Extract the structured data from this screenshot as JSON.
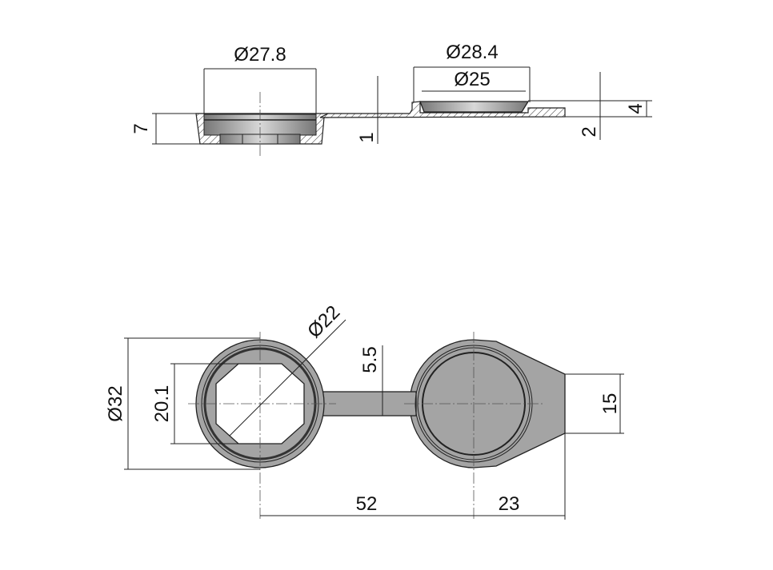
{
  "drawing": {
    "side_view": {
      "dim_left_cup_diameter": "Ø27.8",
      "dim_right_outer_diameter": "Ø28.4",
      "dim_right_inner_diameter": "Ø25",
      "dim_cup_height": "7",
      "dim_strap_thickness": "1",
      "dim_right_height": "4",
      "dim_flange_thickness": "2"
    },
    "top_view": {
      "dim_ring_diameter": "Ø32",
      "dim_hole_width": "20.1",
      "dim_hole_diameter": "Ø22",
      "dim_strap_width": "5.5",
      "dim_tab_width": "15",
      "dim_center_distance": "52",
      "dim_tab_length": "23"
    },
    "colors": {
      "part_fill": "#a4a4a4",
      "line": "#222222"
    }
  }
}
